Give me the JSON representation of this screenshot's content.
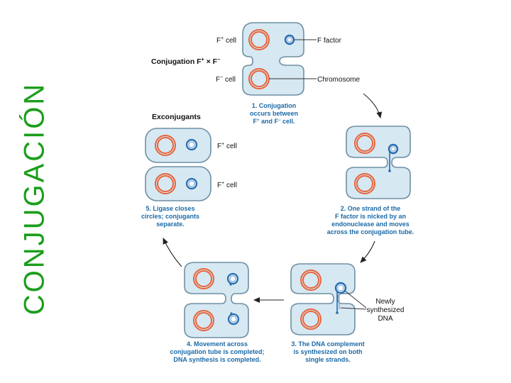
{
  "side_title": "CONJUGACIÓN",
  "top": {
    "label_fplus": "F",
    "label_fminus": "F",
    "sup_plus": "+",
    "sup_minus": "−",
    "word_cell": " cell",
    "f_factor": "F factor",
    "chromosome": "Chromosome",
    "conjugation": "Conjugation F",
    "conj_times": " × F",
    "step1": [
      "1. Conjugation",
      "occurs between",
      "F",
      "+",
      " and F",
      "−",
      " cell."
    ]
  },
  "step2": [
    "2. One strand of the",
    "F factor is nicked by an",
    "endonuclease and moves",
    "across the conjugation tube."
  ],
  "step3": [
    "3. The DNA complement",
    "is synthesized on both",
    "single strands."
  ],
  "newly_dna": [
    "Newly",
    "synthesized",
    "DNA"
  ],
  "step4": [
    "4. Movement across",
    "conjugation tube is completed;",
    "DNA synthesis is completed."
  ],
  "step5": [
    "5. Ligase closes",
    "circles; conjugants",
    "separate."
  ],
  "exconjugants": "Exconjugants",
  "ex_label": "F",
  "ex_sup": "+",
  "ex_cell": " cell",
  "colors": {
    "title_green": "#1b9e1b",
    "caption_blue": "#1a6aa8",
    "cell_fill": "#d6e8f2",
    "cell_stroke": "#6f8fa3",
    "chromosome": "#e8643a",
    "plasmid": "#2b6cb0",
    "arrow": "#222222"
  }
}
